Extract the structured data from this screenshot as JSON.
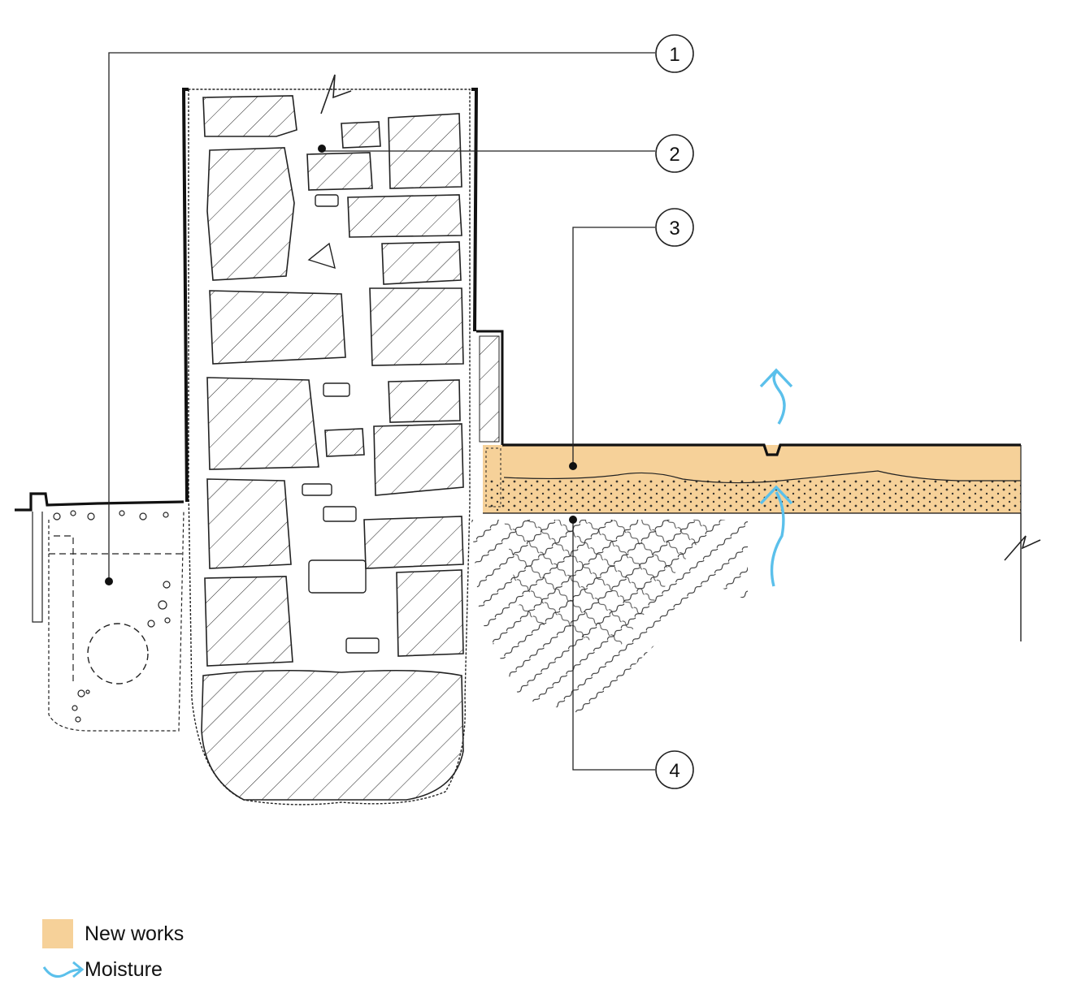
{
  "colors": {
    "new_works": "#f6d199",
    "moisture": "#5bc0eb",
    "line": "#111111"
  },
  "callouts": [
    {
      "id": "1",
      "label": "1"
    },
    {
      "id": "2",
      "label": "2"
    },
    {
      "id": "3",
      "label": "3"
    },
    {
      "id": "4",
      "label": "4"
    }
  ],
  "legend": {
    "new_works_label": "New works",
    "moisture_label": "Moisture",
    "moisture_icon": "curved-arrow-icon"
  }
}
